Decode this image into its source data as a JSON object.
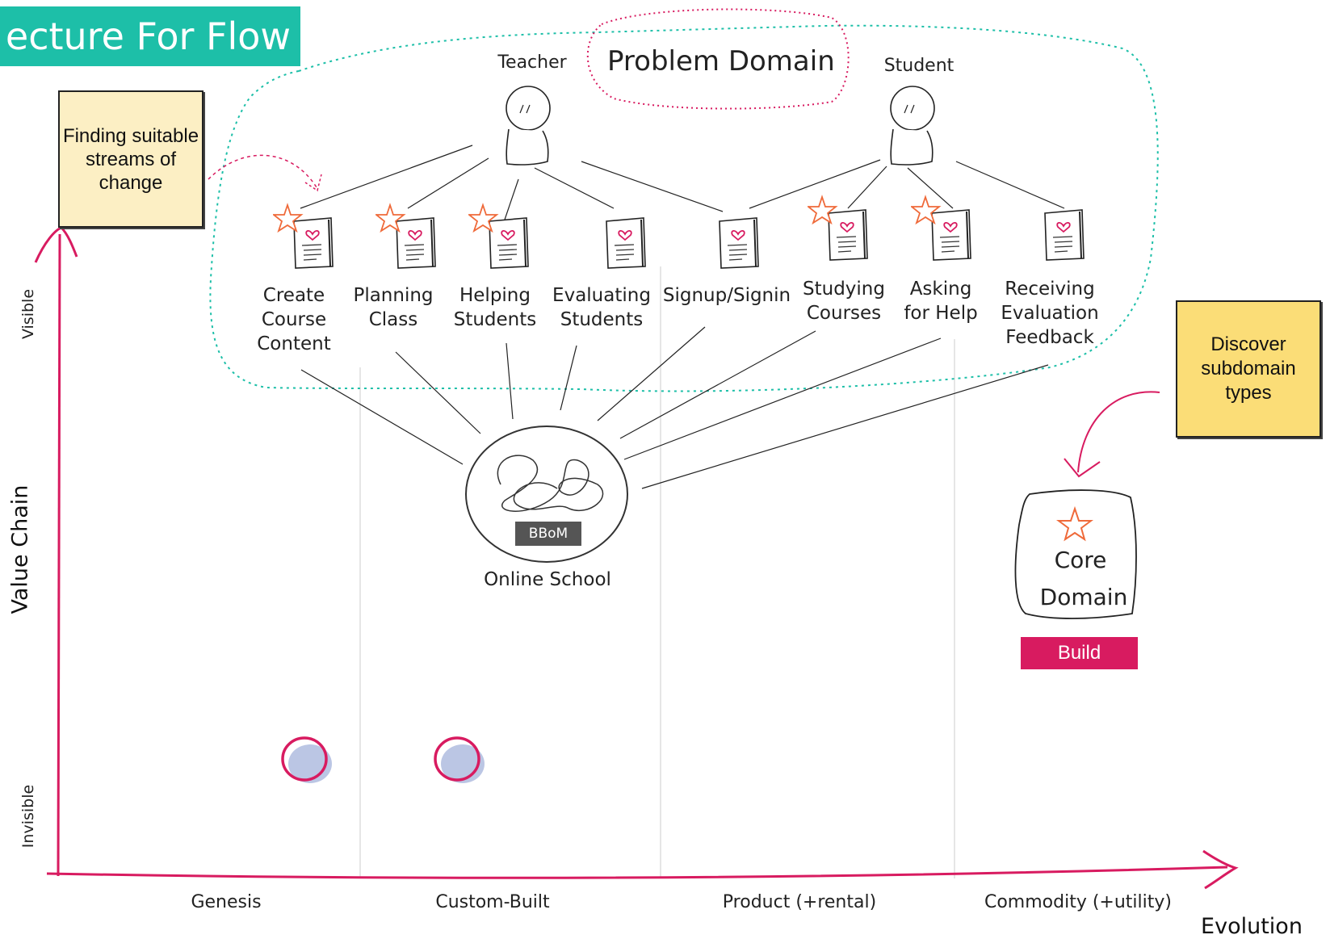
{
  "title": "ecture For Flow",
  "problem_domain_label": "Problem Domain",
  "actors": {
    "teacher": "Teacher",
    "student": "Student"
  },
  "sticky_notes": {
    "finding": "Finding suitable streams of change",
    "discover": "Discover subdomain types"
  },
  "capabilities": [
    {
      "lines": [
        "Create",
        "Course",
        "Content"
      ],
      "starred": true
    },
    {
      "lines": [
        "Planning",
        "Class"
      ],
      "starred": true
    },
    {
      "lines": [
        "Helping",
        "Students"
      ],
      "starred": true
    },
    {
      "lines": [
        "Evaluating",
        "Students"
      ],
      "starred": false
    },
    {
      "lines": [
        "Signup/Signin"
      ],
      "starred": false
    },
    {
      "lines": [
        "Studying",
        "Courses"
      ],
      "starred": true
    },
    {
      "lines": [
        "Asking",
        "for Help"
      ],
      "starred": true
    },
    {
      "lines": [
        "Receiving",
        "Evaluation",
        "Feedback"
      ],
      "starred": false
    }
  ],
  "system": {
    "tag": "BBoM",
    "name": "Online School"
  },
  "core_domain": {
    "line1": "Core",
    "line2": "Domain",
    "action": "Build"
  },
  "axes": {
    "y_title": "Value Chain",
    "y_top": "Visible",
    "y_bottom": "Invisible",
    "x_title": "Evolution",
    "stages": [
      "Genesis",
      "Custom-Built",
      "Product (+rental)",
      "Commodity (+utility)"
    ]
  },
  "colors": {
    "accent_teal": "#1dbfa8",
    "axis_pink": "#d81b60",
    "star_orange": "#ef6a3a",
    "heart_red": "#d81b60",
    "sticky_light": "#fcefc4",
    "sticky_yellow": "#fbdd77"
  }
}
